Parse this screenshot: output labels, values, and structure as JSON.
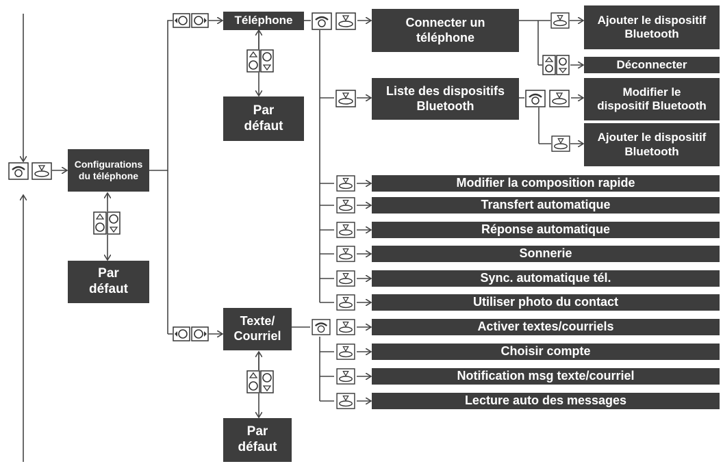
{
  "colors": {
    "box_fill": "#3d3d3d",
    "box_text": "#ffffff",
    "line": "#444444",
    "icon_stroke": "#333333"
  },
  "root": {
    "label": "Configurations\ndu téléphone",
    "default": "Par\ndéfaut"
  },
  "telephone": {
    "label": "Téléphone",
    "default": "Par\ndéfaut",
    "connect": {
      "label": "Connecter un\ntéléphone",
      "add_device": "Ajouter le dispositif\nBluetooth",
      "disconnect": "Déconnecter"
    },
    "device_list": {
      "label": "Liste des dispositifs\nBluetooth",
      "modify_device": "Modifier le\ndispositif Bluetooth",
      "add_device": "Ajouter le dispositif\nBluetooth"
    },
    "items": [
      "Modifier la composition rapide",
      "Transfert automatique",
      "Réponse automatique",
      "Sonnerie",
      "Sync. automatique tél.",
      "Utiliser photo du contact"
    ]
  },
  "text_email": {
    "label": "Texte/\nCourriel",
    "default": "Par\ndéfaut",
    "items": [
      "Activer textes/courriels",
      "Choisir compte",
      "Notification msg texte/courriel",
      "Lecture auto des messages"
    ]
  },
  "icons": {
    "phone_settings": "phone-settings-icon",
    "select_knob": "select-knob-icon",
    "rotate_knob": "rotate-knob-icon",
    "scroll_knob": "scroll-knob-icon"
  }
}
